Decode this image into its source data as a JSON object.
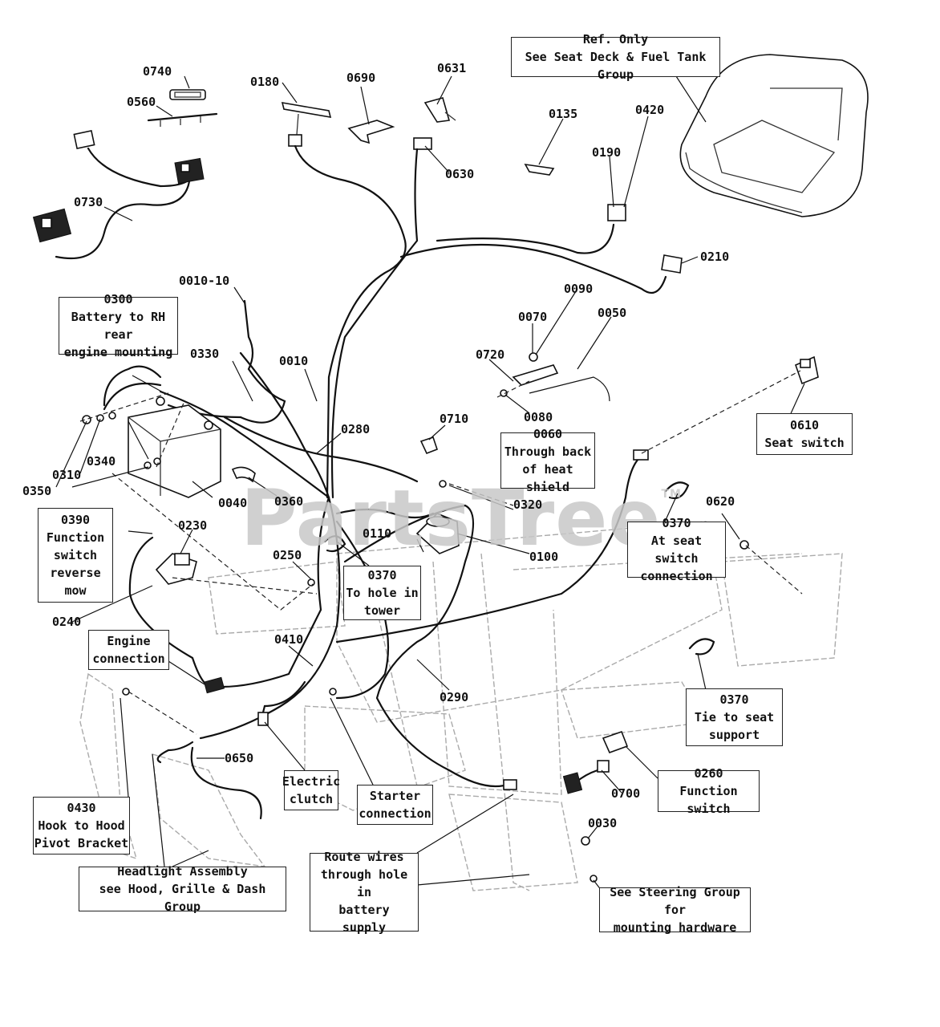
{
  "watermark": {
    "text": "PartsTree",
    "mark": "TM"
  },
  "part_labels": [
    {
      "id": "p0740",
      "text": "0740"
    },
    {
      "id": "p0560",
      "text": "0560"
    },
    {
      "id": "p0730",
      "text": "0730"
    },
    {
      "id": "p0180",
      "text": "0180"
    },
    {
      "id": "p0690",
      "text": "0690"
    },
    {
      "id": "p0631",
      "text": "0631"
    },
    {
      "id": "p0630",
      "text": "0630"
    },
    {
      "id": "p0135",
      "text": "0135"
    },
    {
      "id": "p0420",
      "text": "0420"
    },
    {
      "id": "p0190",
      "text": "0190"
    },
    {
      "id": "p0210",
      "text": "0210"
    },
    {
      "id": "p0010-10",
      "text": "0010-10"
    },
    {
      "id": "p0090",
      "text": "0090"
    },
    {
      "id": "p0070",
      "text": "0070"
    },
    {
      "id": "p0050",
      "text": "0050"
    },
    {
      "id": "p0330",
      "text": "0330"
    },
    {
      "id": "p0010",
      "text": "0010"
    },
    {
      "id": "p0720",
      "text": "0720"
    },
    {
      "id": "p0080",
      "text": "0080"
    },
    {
      "id": "p0280",
      "text": "0280"
    },
    {
      "id": "p0710",
      "text": "0710"
    },
    {
      "id": "p0340",
      "text": "0340"
    },
    {
      "id": "p0310",
      "text": "0310"
    },
    {
      "id": "p0350",
      "text": "0350"
    },
    {
      "id": "p0040",
      "text": "0040"
    },
    {
      "id": "p0360",
      "text": "0360"
    },
    {
      "id": "p0320",
      "text": "0320"
    },
    {
      "id": "p0620",
      "text": "0620"
    },
    {
      "id": "p0230",
      "text": "0230"
    },
    {
      "id": "p0110",
      "text": "0110"
    },
    {
      "id": "p0100",
      "text": "0100"
    },
    {
      "id": "p0250",
      "text": "0250"
    },
    {
      "id": "p0240",
      "text": "0240"
    },
    {
      "id": "p0410",
      "text": "0410"
    },
    {
      "id": "p0290",
      "text": "0290"
    },
    {
      "id": "p0650",
      "text": "0650"
    },
    {
      "id": "p0700",
      "text": "0700"
    },
    {
      "id": "p0030",
      "text": "0030"
    }
  ],
  "callouts": {
    "ref_only": [
      "Ref. Only",
      "See Seat Deck & Fuel Tank Group"
    ],
    "c0300": [
      "0300",
      "Battery to RH rear",
      "engine mounting"
    ],
    "c0610": [
      "0610",
      "Seat switch"
    ],
    "c0060": [
      "0060",
      "Through back",
      "of heat shield"
    ],
    "c0390": [
      "0390",
      "Function",
      "switch",
      "reverse",
      "mow"
    ],
    "c0370_seat": [
      "0370",
      "At seat switch",
      "connection"
    ],
    "c0370_tower": [
      "0370",
      "To hole in",
      "tower"
    ],
    "engine_conn": [
      "Engine",
      "connection"
    ],
    "c0370_support": [
      "0370",
      "Tie to seat",
      "support"
    ],
    "electric_clutch": [
      "Electric",
      "clutch"
    ],
    "starter_conn": [
      "Starter",
      "connection"
    ],
    "c0260": [
      "0260",
      "Function switch"
    ],
    "c0430": [
      "0430",
      "Hook to Hood",
      "Pivot Bracket"
    ],
    "headlight": [
      "Headlight Assembly",
      "see Hood, Grille & Dash Group"
    ],
    "route_wires": [
      "Route wires",
      "through hole in",
      "battery",
      "supply"
    ],
    "steering": [
      "See Steering Group for",
      "mounting hardware"
    ]
  }
}
